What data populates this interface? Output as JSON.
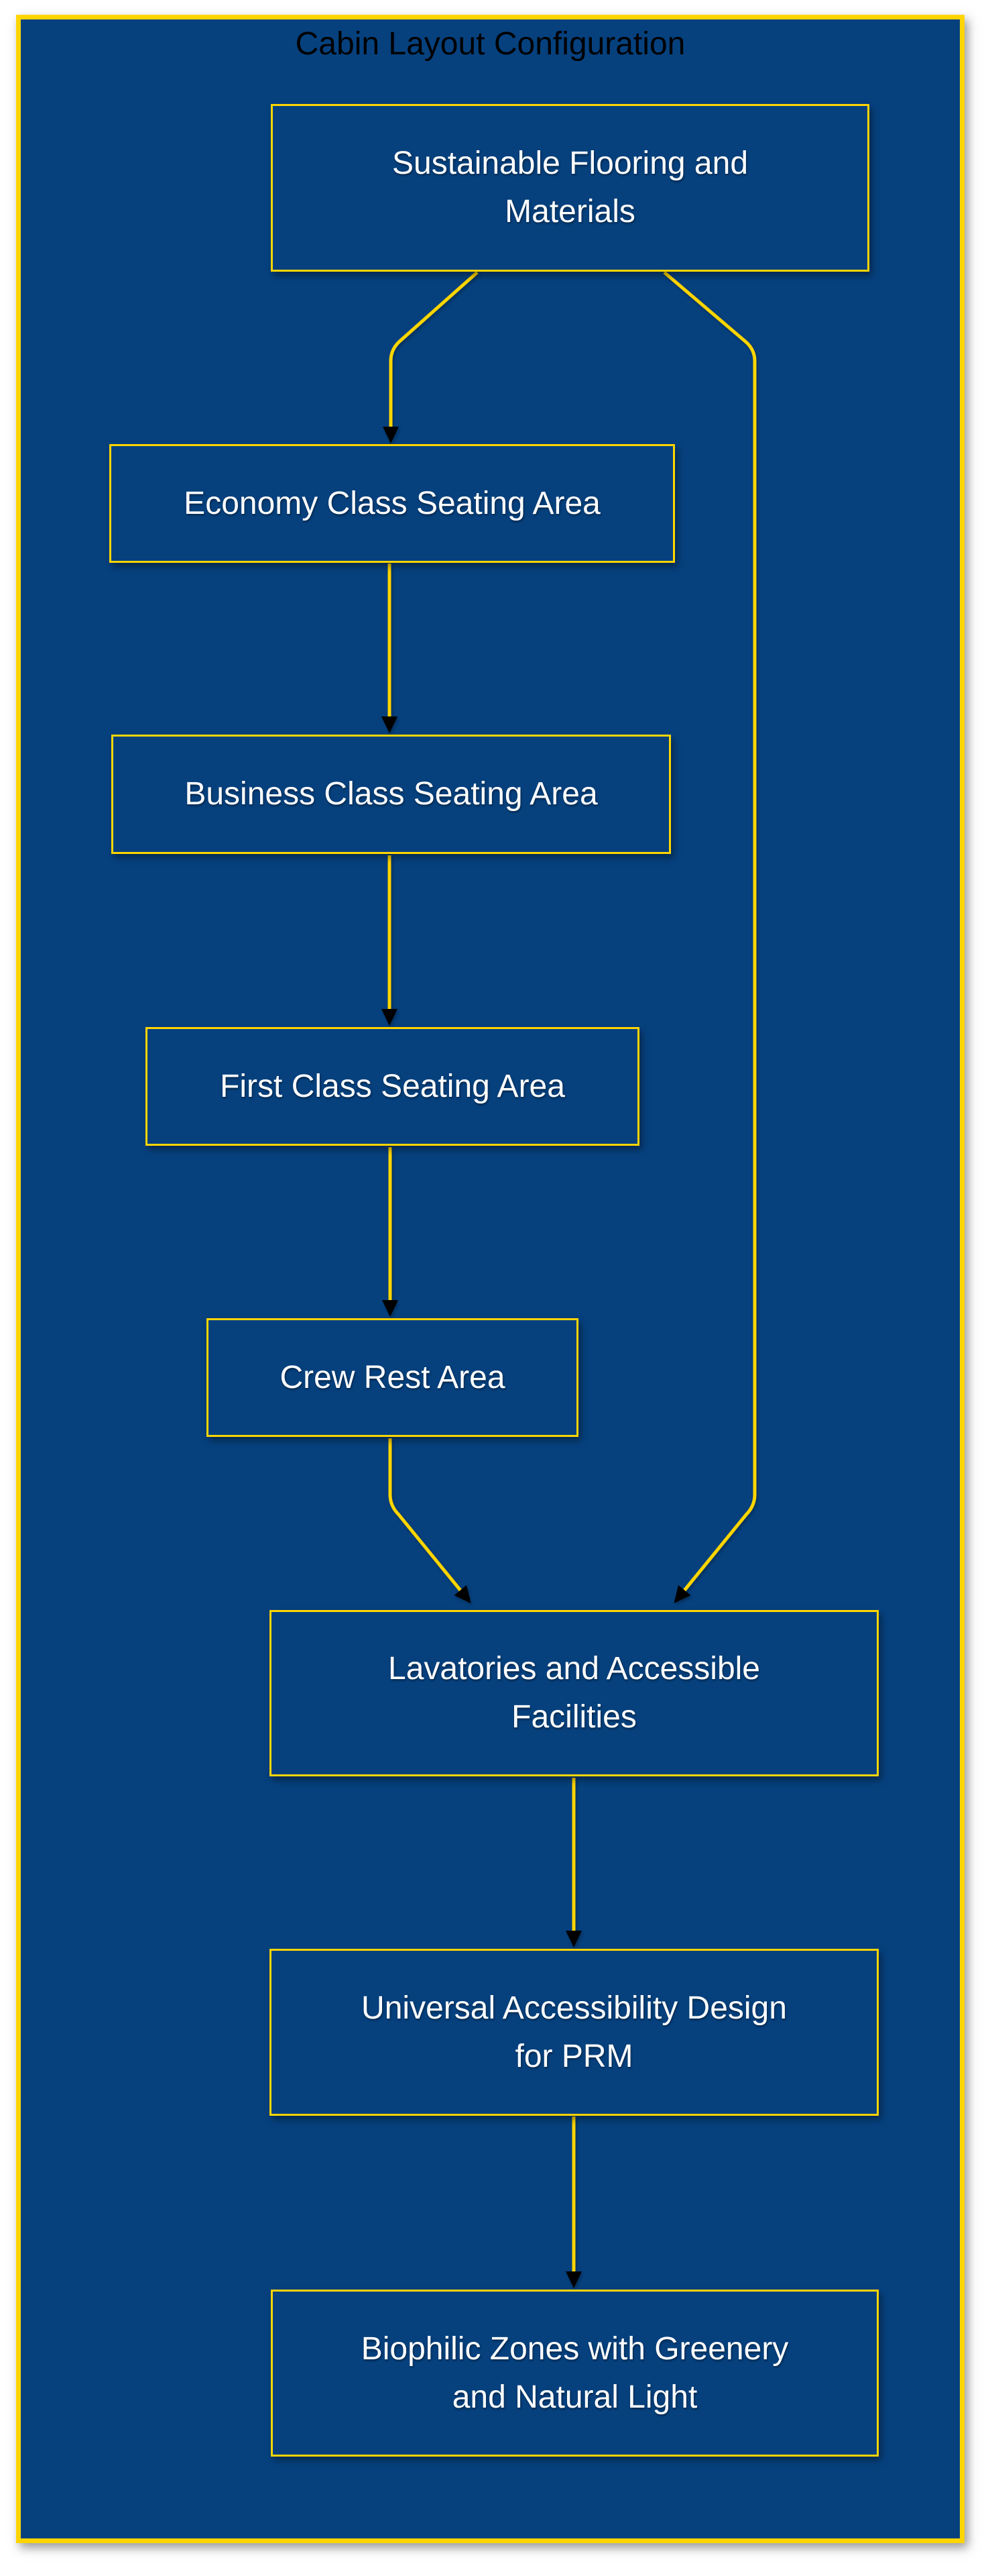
{
  "diagram": {
    "title": "Cabin Layout Configuration",
    "type": "flowchart-top-down",
    "nodes": [
      {
        "id": "n1",
        "label": "Sustainable Flooring and\nMaterials"
      },
      {
        "id": "n2",
        "label": "Economy Class Seating Area"
      },
      {
        "id": "n3",
        "label": "Business Class Seating Area"
      },
      {
        "id": "n4",
        "label": "First Class Seating Area"
      },
      {
        "id": "n5",
        "label": "Crew Rest Area"
      },
      {
        "id": "n6",
        "label": "Lavatories and Accessible\nFacilities"
      },
      {
        "id": "n7",
        "label": "Universal Accessibility Design\nfor PRM"
      },
      {
        "id": "n8",
        "label": "Biophilic Zones with Greenery\nand Natural Light"
      }
    ],
    "edges": [
      {
        "from": "Sustainable Flooring and Materials",
        "to": "Economy Class Seating Area"
      },
      {
        "from": "Sustainable Flooring and Materials",
        "to": "Lavatories and Accessible Facilities"
      },
      {
        "from": "Economy Class Seating Area",
        "to": "Business Class Seating Area"
      },
      {
        "from": "Business Class Seating Area",
        "to": "First Class Seating Area"
      },
      {
        "from": "First Class Seating Area",
        "to": "Crew Rest Area"
      },
      {
        "from": "Crew Rest Area",
        "to": "Lavatories and Accessible Facilities"
      },
      {
        "from": "Lavatories and Accessible Facilities",
        "to": "Universal Accessibility Design for PRM"
      },
      {
        "from": "Universal Accessibility Design for PRM",
        "to": "Biophilic Zones with Greenery and Natural Light"
      }
    ],
    "colors": {
      "canvas_background": "#ffffff",
      "diagram_background": "#06417e",
      "frame_and_edges": "#ffd500",
      "node_border": "#ffd500",
      "node_text": "#ffffff",
      "title_text": "#000000",
      "arrowhead": "#000000"
    }
  }
}
